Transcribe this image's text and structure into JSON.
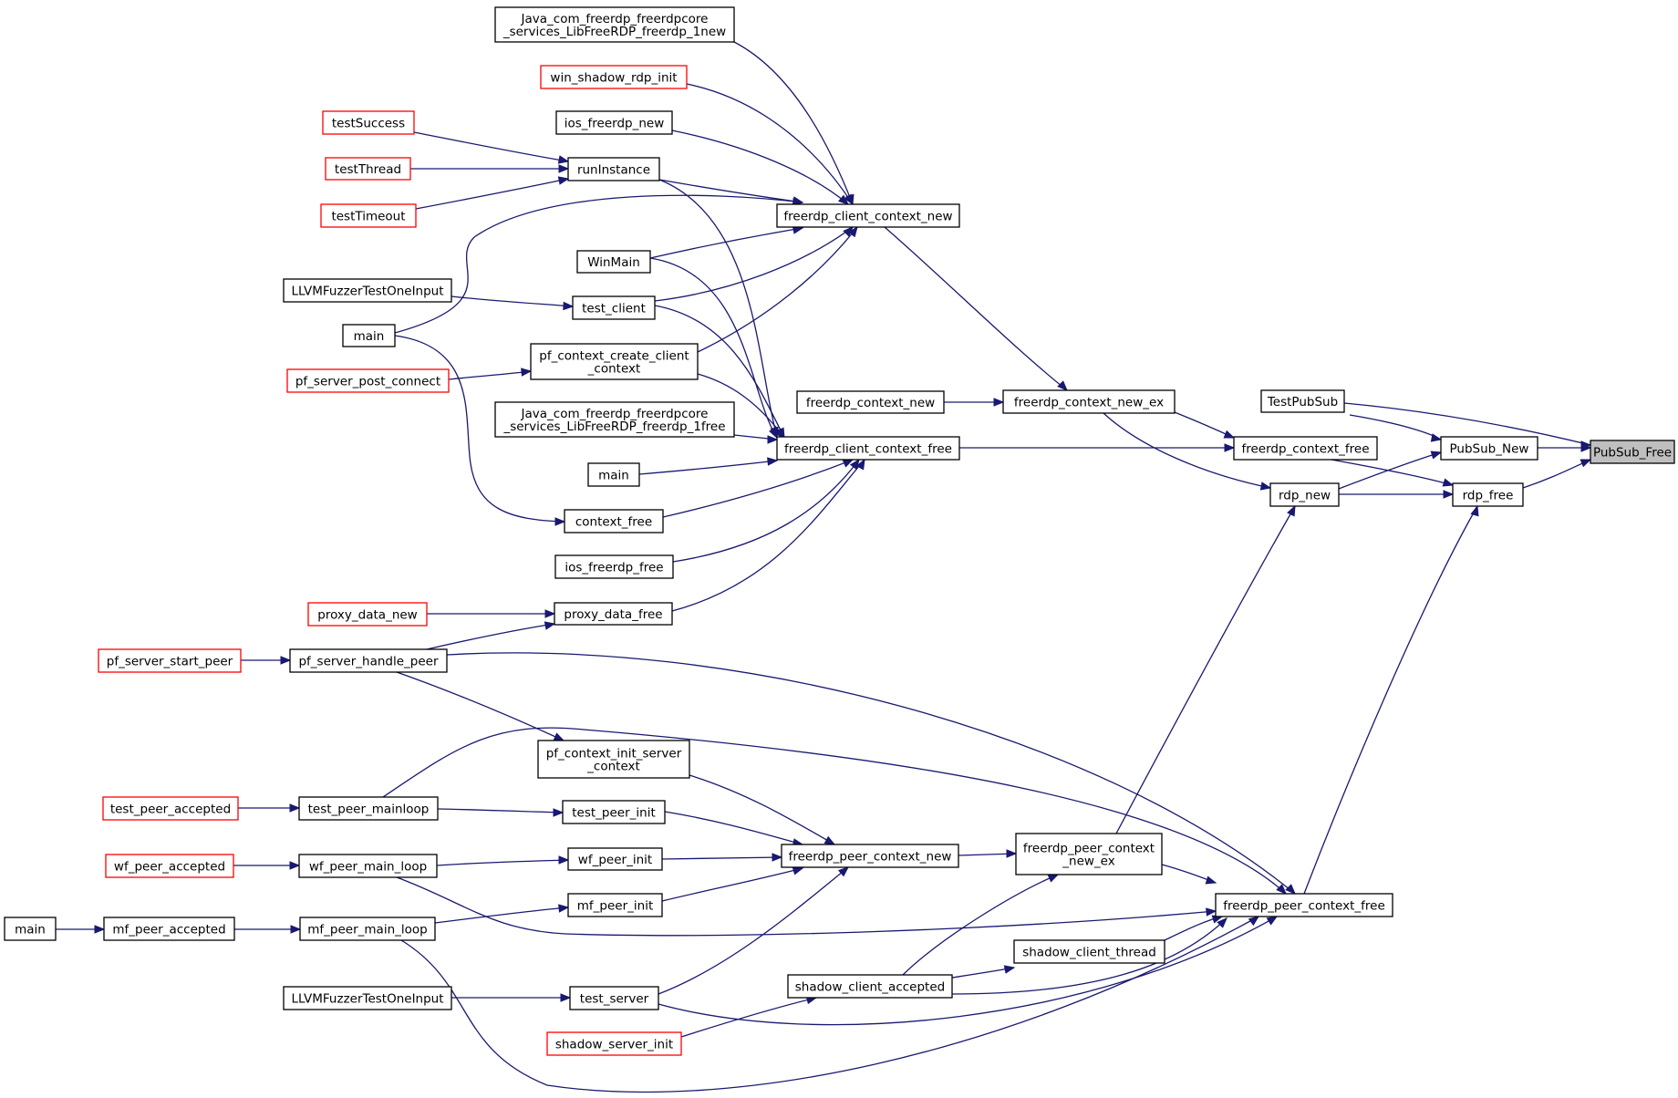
{
  "graph": {
    "nodes": [
      {
        "id": "pubsub_free",
        "lines": [
          "PubSub_Free"
        ],
        "style": "current"
      },
      {
        "id": "testpubsub",
        "lines": [
          "TestPubSub"
        ],
        "style": "black"
      },
      {
        "id": "pubsub_new",
        "lines": [
          "PubSub_New"
        ],
        "style": "black"
      },
      {
        "id": "rdp_free",
        "lines": [
          "rdp_free"
        ],
        "style": "black"
      },
      {
        "id": "freerdp_context_free",
        "lines": [
          "freerdp_context_free"
        ],
        "style": "black"
      },
      {
        "id": "rdp_new",
        "lines": [
          "rdp_new"
        ],
        "style": "black"
      },
      {
        "id": "freerdp_peer_context_free",
        "lines": [
          "freerdp_peer_context_free"
        ],
        "style": "black"
      },
      {
        "id": "freerdp_context_new_ex",
        "lines": [
          "freerdp_context_new_ex"
        ],
        "style": "black"
      },
      {
        "id": "freerdp_context_new",
        "lines": [
          "freerdp_context_new"
        ],
        "style": "black"
      },
      {
        "id": "freerdp_client_context_free",
        "lines": [
          "freerdp_client_context_free"
        ],
        "style": "black"
      },
      {
        "id": "freerdp_client_context_new",
        "lines": [
          "freerdp_client_context_new"
        ],
        "style": "black"
      },
      {
        "id": "freerdp_peer_context_new_ex",
        "lines": [
          "freerdp_peer_context",
          "_new_ex"
        ],
        "style": "black"
      },
      {
        "id": "freerdp_peer_context_new",
        "lines": [
          "freerdp_peer_context_new"
        ],
        "style": "black"
      },
      {
        "id": "shadow_client_thread",
        "lines": [
          "shadow_client_thread"
        ],
        "style": "black"
      },
      {
        "id": "shadow_client_accepted",
        "lines": [
          "shadow_client_accepted"
        ],
        "style": "black"
      },
      {
        "id": "shadow_server_init",
        "lines": [
          "shadow_server_init"
        ],
        "style": "red"
      },
      {
        "id": "java_new",
        "lines": [
          "Java_com_freerdp_freerdpcore",
          "_services_LibFreeRDP_freerdp_1new"
        ],
        "style": "black"
      },
      {
        "id": "win_shadow_rdp_init",
        "lines": [
          "win_shadow_rdp_init"
        ],
        "style": "red"
      },
      {
        "id": "ios_freerdp_new",
        "lines": [
          "ios_freerdp_new"
        ],
        "style": "black"
      },
      {
        "id": "runinstance",
        "lines": [
          "runInstance"
        ],
        "style": "black"
      },
      {
        "id": "testsuccess",
        "lines": [
          "testSuccess"
        ],
        "style": "red"
      },
      {
        "id": "testthread",
        "lines": [
          "testThread"
        ],
        "style": "red"
      },
      {
        "id": "testtimeout",
        "lines": [
          "testTimeout"
        ],
        "style": "red"
      },
      {
        "id": "winmain",
        "lines": [
          "WinMain"
        ],
        "style": "black"
      },
      {
        "id": "test_client",
        "lines": [
          "test_client"
        ],
        "style": "black"
      },
      {
        "id": "llvm1",
        "lines": [
          "LLVMFuzzerTestOneInput"
        ],
        "style": "black"
      },
      {
        "id": "main1",
        "lines": [
          "main"
        ],
        "style": "black"
      },
      {
        "id": "pf_context_create_client_context",
        "lines": [
          "pf_context_create_client",
          "_context"
        ],
        "style": "black"
      },
      {
        "id": "pf_server_post_connect",
        "lines": [
          "pf_server_post_connect"
        ],
        "style": "red"
      },
      {
        "id": "java_free",
        "lines": [
          "Java_com_freerdp_freerdpcore",
          "_services_LibFreeRDP_freerdp_1free"
        ],
        "style": "black"
      },
      {
        "id": "main2",
        "lines": [
          "main"
        ],
        "style": "black"
      },
      {
        "id": "context_free",
        "lines": [
          "context_free"
        ],
        "style": "black"
      },
      {
        "id": "ios_freerdp_free",
        "lines": [
          "ios_freerdp_free"
        ],
        "style": "black"
      },
      {
        "id": "proxy_data_free",
        "lines": [
          "proxy_data_free"
        ],
        "style": "black"
      },
      {
        "id": "proxy_data_new",
        "lines": [
          "proxy_data_new"
        ],
        "style": "red"
      },
      {
        "id": "pf_server_handle_peer",
        "lines": [
          "pf_server_handle_peer"
        ],
        "style": "black"
      },
      {
        "id": "pf_server_start_peer",
        "lines": [
          "pf_server_start_peer"
        ],
        "style": "red"
      },
      {
        "id": "pf_context_init_server_context",
        "lines": [
          "pf_context_init_server",
          "_context"
        ],
        "style": "black"
      },
      {
        "id": "test_peer_init",
        "lines": [
          "test_peer_init"
        ],
        "style": "black"
      },
      {
        "id": "test_peer_mainloop",
        "lines": [
          "test_peer_mainloop"
        ],
        "style": "black"
      },
      {
        "id": "test_peer_accepted",
        "lines": [
          "test_peer_accepted"
        ],
        "style": "red"
      },
      {
        "id": "wf_peer_init",
        "lines": [
          "wf_peer_init"
        ],
        "style": "black"
      },
      {
        "id": "wf_peer_main_loop",
        "lines": [
          "wf_peer_main_loop"
        ],
        "style": "black"
      },
      {
        "id": "wf_peer_accepted",
        "lines": [
          "wf_peer_accepted"
        ],
        "style": "red"
      },
      {
        "id": "mf_peer_init",
        "lines": [
          "mf_peer_init"
        ],
        "style": "black"
      },
      {
        "id": "mf_peer_main_loop",
        "lines": [
          "mf_peer_main_loop"
        ],
        "style": "black"
      },
      {
        "id": "mf_peer_accepted",
        "lines": [
          "mf_peer_accepted"
        ],
        "style": "black"
      },
      {
        "id": "main3",
        "lines": [
          "main"
        ],
        "style": "black"
      },
      {
        "id": "test_server",
        "lines": [
          "test_server"
        ],
        "style": "black"
      },
      {
        "id": "llvm2",
        "lines": [
          "LLVMFuzzerTestOneInput"
        ],
        "style": "black"
      }
    ]
  },
  "colors": {
    "edge": "#191970",
    "red_border": "#ff0000",
    "black_border": "#000000",
    "current_fill": "#bfbfbf"
  }
}
